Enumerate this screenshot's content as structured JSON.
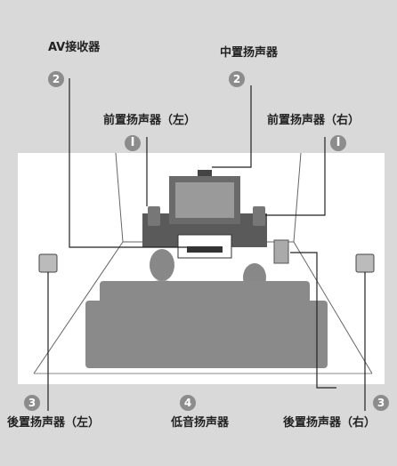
{
  "labels": {
    "av_receiver": "AV接收器",
    "center_speaker": "中置扬声器",
    "front_left": "前置扬声器（左）",
    "front_right": "前置扬声器（右）",
    "rear_left": "後置扬声器（左）",
    "subwoofer": "低音扬声器",
    "rear_right": "後置扬声器（右）"
  },
  "badges": {
    "av_receiver": "2",
    "center_speaker": "2",
    "front_left": "I",
    "front_right": "I",
    "rear_left": "3",
    "subwoofer": "4",
    "rear_right": "3"
  },
  "colors": {
    "background": "#d9d9d9",
    "room": "#ffffff",
    "furniture": "#8a8a8a",
    "dark": "#555555",
    "badge": "#8c8c8c",
    "line": "#222222"
  }
}
